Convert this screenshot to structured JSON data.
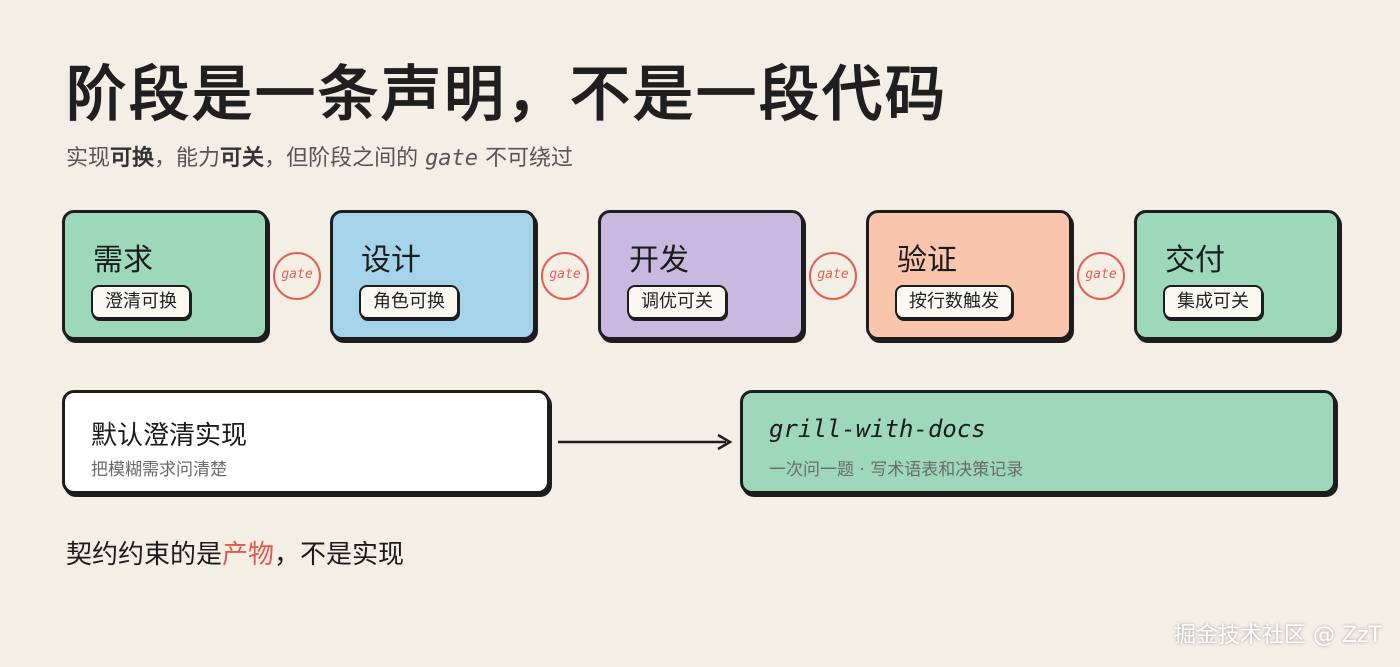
{
  "title": "阶段是一条声明，不是一段代码",
  "subtitle": {
    "part1": "实现",
    "part2": "可换",
    "part3": "，能力",
    "part4": "可关",
    "part5": "，但阶段之间的 ",
    "part6": "gate",
    "part7": " 不可绕过"
  },
  "stages": [
    {
      "name": "需求",
      "tag": "澄清可换",
      "color": "#9ed8bb"
    },
    {
      "name": "设计",
      "tag": "角色可换",
      "color": "#a4d3ea"
    },
    {
      "name": "开发",
      "tag": "调优可关",
      "color": "#c9b9e0"
    },
    {
      "name": "验证",
      "tag": "按行数触发",
      "color": "#f9c6ad"
    },
    {
      "name": "交付",
      "tag": "集成可关",
      "color": "#9ed8bb"
    }
  ],
  "gates": [
    "gate",
    "gate",
    "gate",
    "gate"
  ],
  "default_box": {
    "title": "默认澄清实现",
    "sub": "把模糊需求问清楚"
  },
  "alt_box": {
    "title": "grill-with-docs",
    "sub": "一次问一题 · 写术语表和决策记录"
  },
  "footer": {
    "part1": "契约约束的是",
    "accent": "产物",
    "part2": "，不是实现"
  },
  "watermark": "掘金技术社区 @ ZzT",
  "colors": {
    "gate": "#e06050",
    "accent": "#e05a4a",
    "alt_box": "#9ed8bb",
    "default_box": "#ffffff"
  }
}
